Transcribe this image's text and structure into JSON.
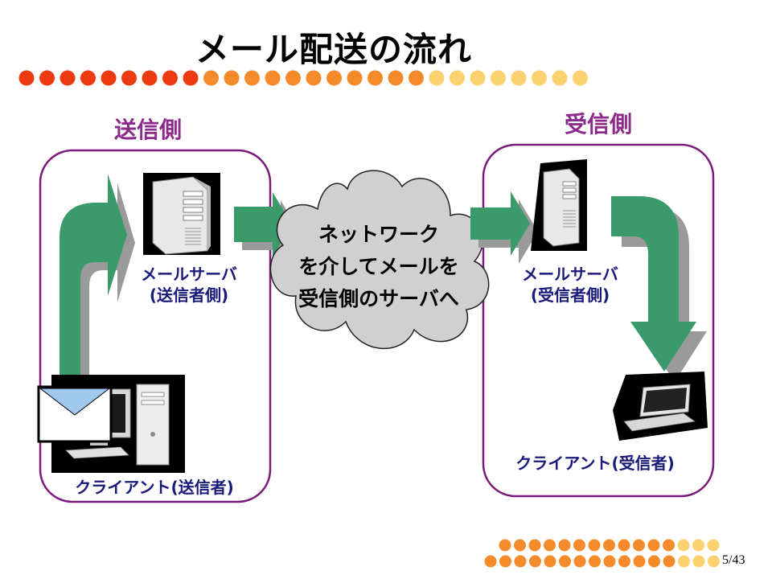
{
  "title": "メール配送の流れ",
  "sender_side": {
    "heading": "送信側",
    "server_label": [
      "メールサーバ",
      "(送信者側)"
    ],
    "client_label": "クライアント(送信者)"
  },
  "receiver_side": {
    "heading": "受信側",
    "server_label": [
      "メールサーバ",
      "(受信者側)"
    ],
    "client_label": "クライアント(受信者)"
  },
  "network": {
    "lines": [
      "ネットワーク",
      "を介してメールを",
      "受信側のサーバへ"
    ]
  },
  "page_number": "5/43",
  "colors": {
    "panel_border": "#7a1a7a",
    "heading": "#8b2a8b",
    "label": "#1a1a7a",
    "arrow_green": "#3a9a6a",
    "arrow_shadow": "#9a9a9a",
    "cloud_fill": "#d0d0d0",
    "dot_red": "#ee3a10",
    "dot_orange": "#f58a2a",
    "dot_yellow": "#fcd270"
  },
  "icons": [
    "mail-server-tower-icon",
    "desktop-pc-icon",
    "envelope-icon",
    "laptop-icon",
    "cloud-icon"
  ]
}
